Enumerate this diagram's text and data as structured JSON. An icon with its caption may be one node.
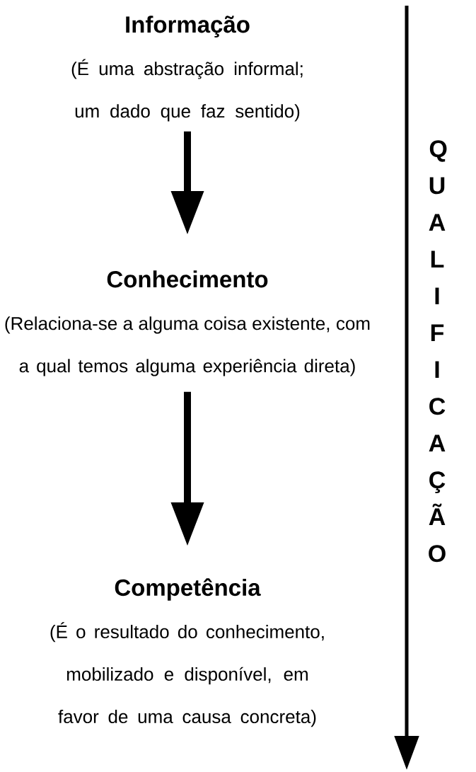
{
  "diagram": {
    "nodes": [
      {
        "text": [
          "Informação",
          "(É uma abstração informal; um dado que faz sentido)"
        ]
      },
      {
        "text": [
          "Conhecimento",
          "(Relaciona-se a alguma coisa existente, com a qual temos alguma experiência direta)"
        ]
      },
      {
        "text": [
          "Competência",
          "(É o resultado do conhecimento, mobilizado e disponível, em favor de uma causa concreta)"
        ]
      }
    ],
    "edges": [
      {
        "from": 0,
        "to": 1,
        "arrow": "to"
      },
      {
        "from": 1,
        "to": 2,
        "arrow": "to"
      }
    ],
    "labels": [
      "QUALIFICAÇÃO"
    ]
  }
}
